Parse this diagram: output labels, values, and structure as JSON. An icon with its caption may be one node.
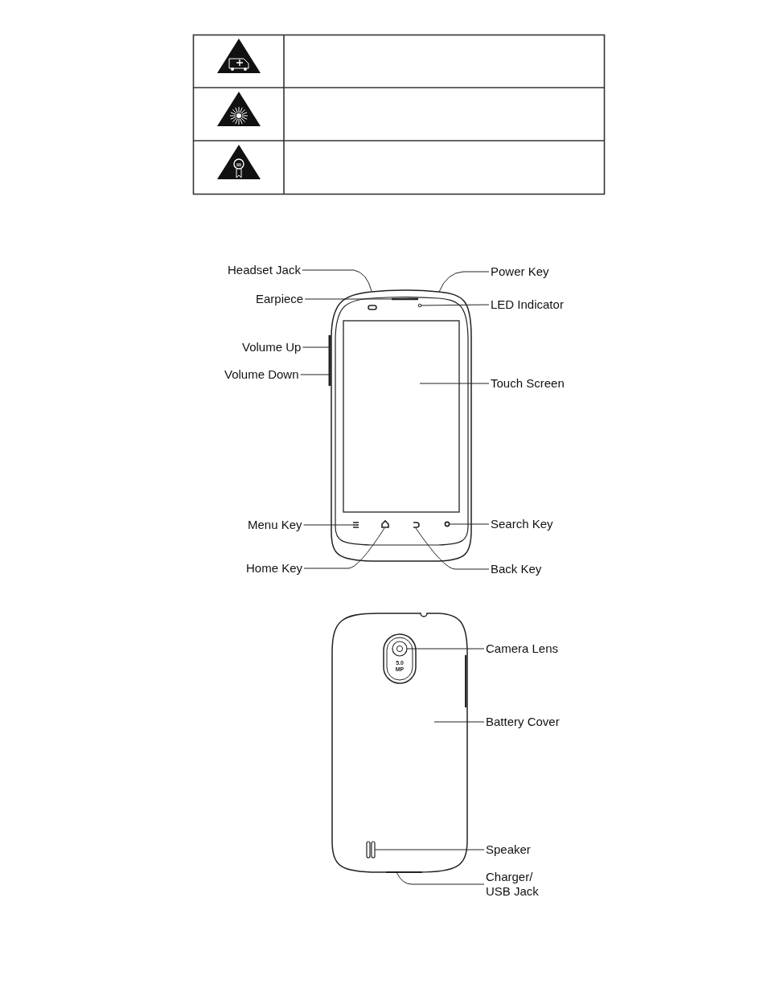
{
  "diagram": {
    "nodes": [
      {
        "text": [
          "Headset Jack"
        ]
      },
      {
        "text": [
          "Power Key"
        ]
      },
      {
        "text": [
          "Earpiece"
        ]
      },
      {
        "text": [
          "LED Indicator"
        ]
      },
      {
        "text": [
          "Volume Up"
        ]
      },
      {
        "text": [
          "Volume Down"
        ]
      },
      {
        "text": [
          "Touch Screen"
        ]
      },
      {
        "text": [
          "Menu Key"
        ]
      },
      {
        "text": [
          "Search Key"
        ]
      },
      {
        "text": [
          "Home Key"
        ]
      },
      {
        "text": [
          "Back Key"
        ]
      },
      {
        "text": [
          "Camera Lens"
        ]
      },
      {
        "text": [
          "Battery Cover"
        ]
      },
      {
        "text": [
          "Speaker"
        ]
      },
      {
        "text": [
          "Charger/ USB Jack"
        ]
      },
      {
        "text": [],
        "shape": "picture"
      },
      {
        "text": [],
        "shape": "picture"
      },
      {
        "text": [],
        "shape": "circle",
        "in": 16,
        "beside": [
          "5.0 MP"
        ]
      }
    ],
    "edges": [
      {
        "from": 0,
        "to": 15,
        "arrow": "none"
      },
      {
        "from": 1,
        "to": 15,
        "arrow": "none"
      },
      {
        "from": 2,
        "to": 15,
        "arrow": "none"
      },
      {
        "from": 3,
        "to": 15,
        "arrow": "none"
      },
      {
        "from": 4,
        "to": 15,
        "arrow": "none"
      },
      {
        "from": 5,
        "to": 15,
        "arrow": "none"
      },
      {
        "from": 6,
        "to": 15,
        "arrow": "none"
      },
      {
        "from": 7,
        "to": 15,
        "arrow": "none"
      },
      {
        "from": 8,
        "to": 15,
        "arrow": "none"
      },
      {
        "from": 9,
        "to": 15,
        "arrow": "none"
      },
      {
        "from": 10,
        "to": 15,
        "arrow": "none"
      },
      {
        "from": 11,
        "to": 17,
        "arrow": "none"
      },
      {
        "from": 12,
        "to": 16,
        "arrow": "none"
      },
      {
        "from": 13,
        "to": 16,
        "arrow": "none"
      },
      {
        "from": 14,
        "to": 16,
        "arrow": "none"
      }
    ]
  }
}
